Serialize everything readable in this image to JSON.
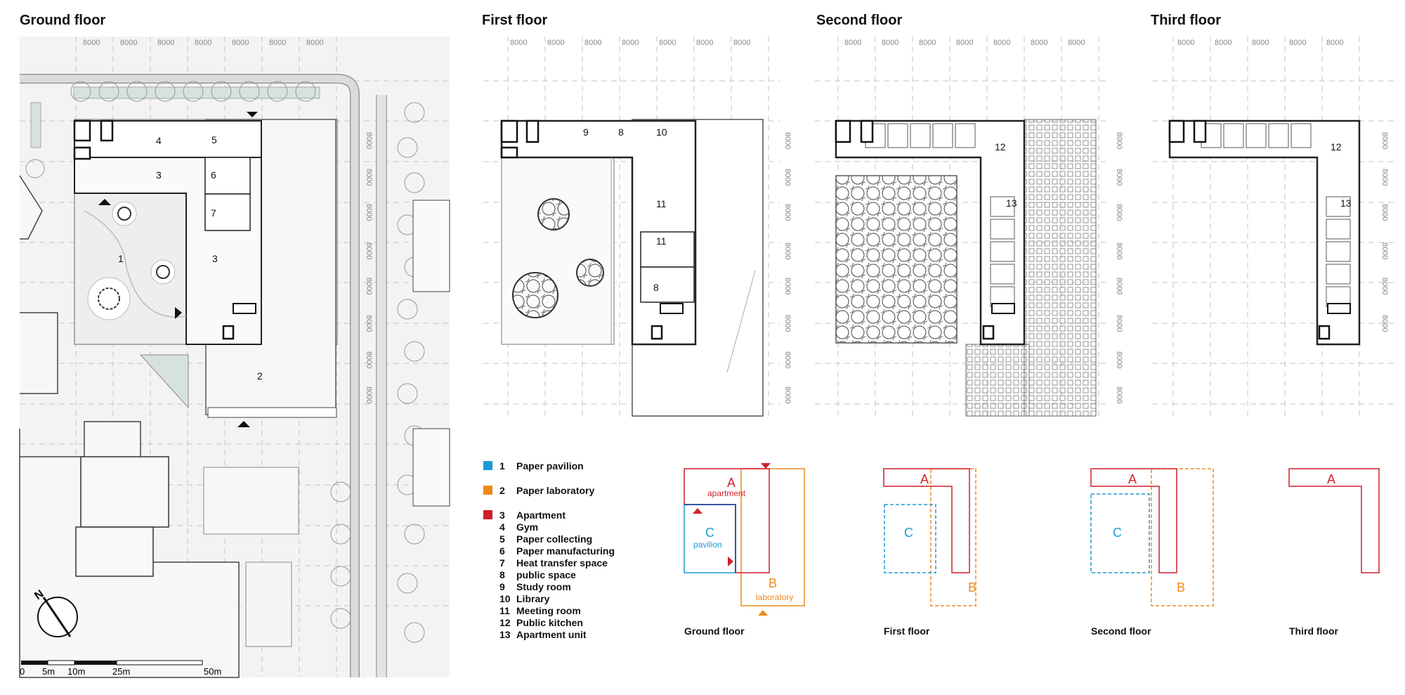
{
  "titles": {
    "ground": "Ground floor",
    "first": "First floor",
    "second": "Second floor",
    "third": "Third floor"
  },
  "grid_dimension": "8000",
  "room_numbers": {
    "r1": "1",
    "r2": "2",
    "r3": "3",
    "r3b": "3",
    "r4": "4",
    "r5": "5",
    "r6": "6",
    "r7": "7",
    "r8": "8",
    "r8b": "8",
    "r9": "9",
    "r10": "10",
    "r11a": "11",
    "r11b": "11",
    "r12a": "12",
    "r13a": "13",
    "r12b": "12",
    "r13b": "13"
  },
  "legend": [
    {
      "num": "1",
      "label": "Paper pavilion",
      "color": "#1e9ad6"
    },
    {
      "num": "2",
      "label": "Paper laboratory",
      "color": "#ef8a1e"
    },
    {
      "num": "3",
      "label": "Apartment",
      "color": "#cf1f2a"
    },
    {
      "num": "4",
      "label": "Gym"
    },
    {
      "num": "5",
      "label": "Paper collecting"
    },
    {
      "num": "6",
      "label": "Paper manufacturing"
    },
    {
      "num": "7",
      "label": "Heat transfer space"
    },
    {
      "num": "8",
      "label": "public space"
    },
    {
      "num": "9",
      "label": "Study room"
    },
    {
      "num": "10",
      "label": "Library"
    },
    {
      "num": "11",
      "label": "Meeting room"
    },
    {
      "num": "12",
      "label": "Public kitchen"
    },
    {
      "num": "13",
      "label": "Apartment unit"
    }
  ],
  "scale_bar": {
    "t0": "0",
    "t1": "5m",
    "t2": "10m",
    "t3": "25m",
    "t4": "50m"
  },
  "compass": {
    "north": "N"
  },
  "diagrams": {
    "A": "A",
    "B": "B",
    "C": "C",
    "apartment": "apartment",
    "pavilion": "pavilion",
    "laboratory": "laboratory",
    "cap_ground": "Ground floor",
    "cap_first": "First floor",
    "cap_second": "Second floor",
    "cap_third": "Third floor"
  },
  "colors": {
    "apartment": "#cf1f2a",
    "pavilion": "#1e9ad6",
    "laboratory": "#ef8a1e",
    "line": "#333333",
    "grid": "#bdbdbd",
    "site": "#f0f0f0"
  }
}
